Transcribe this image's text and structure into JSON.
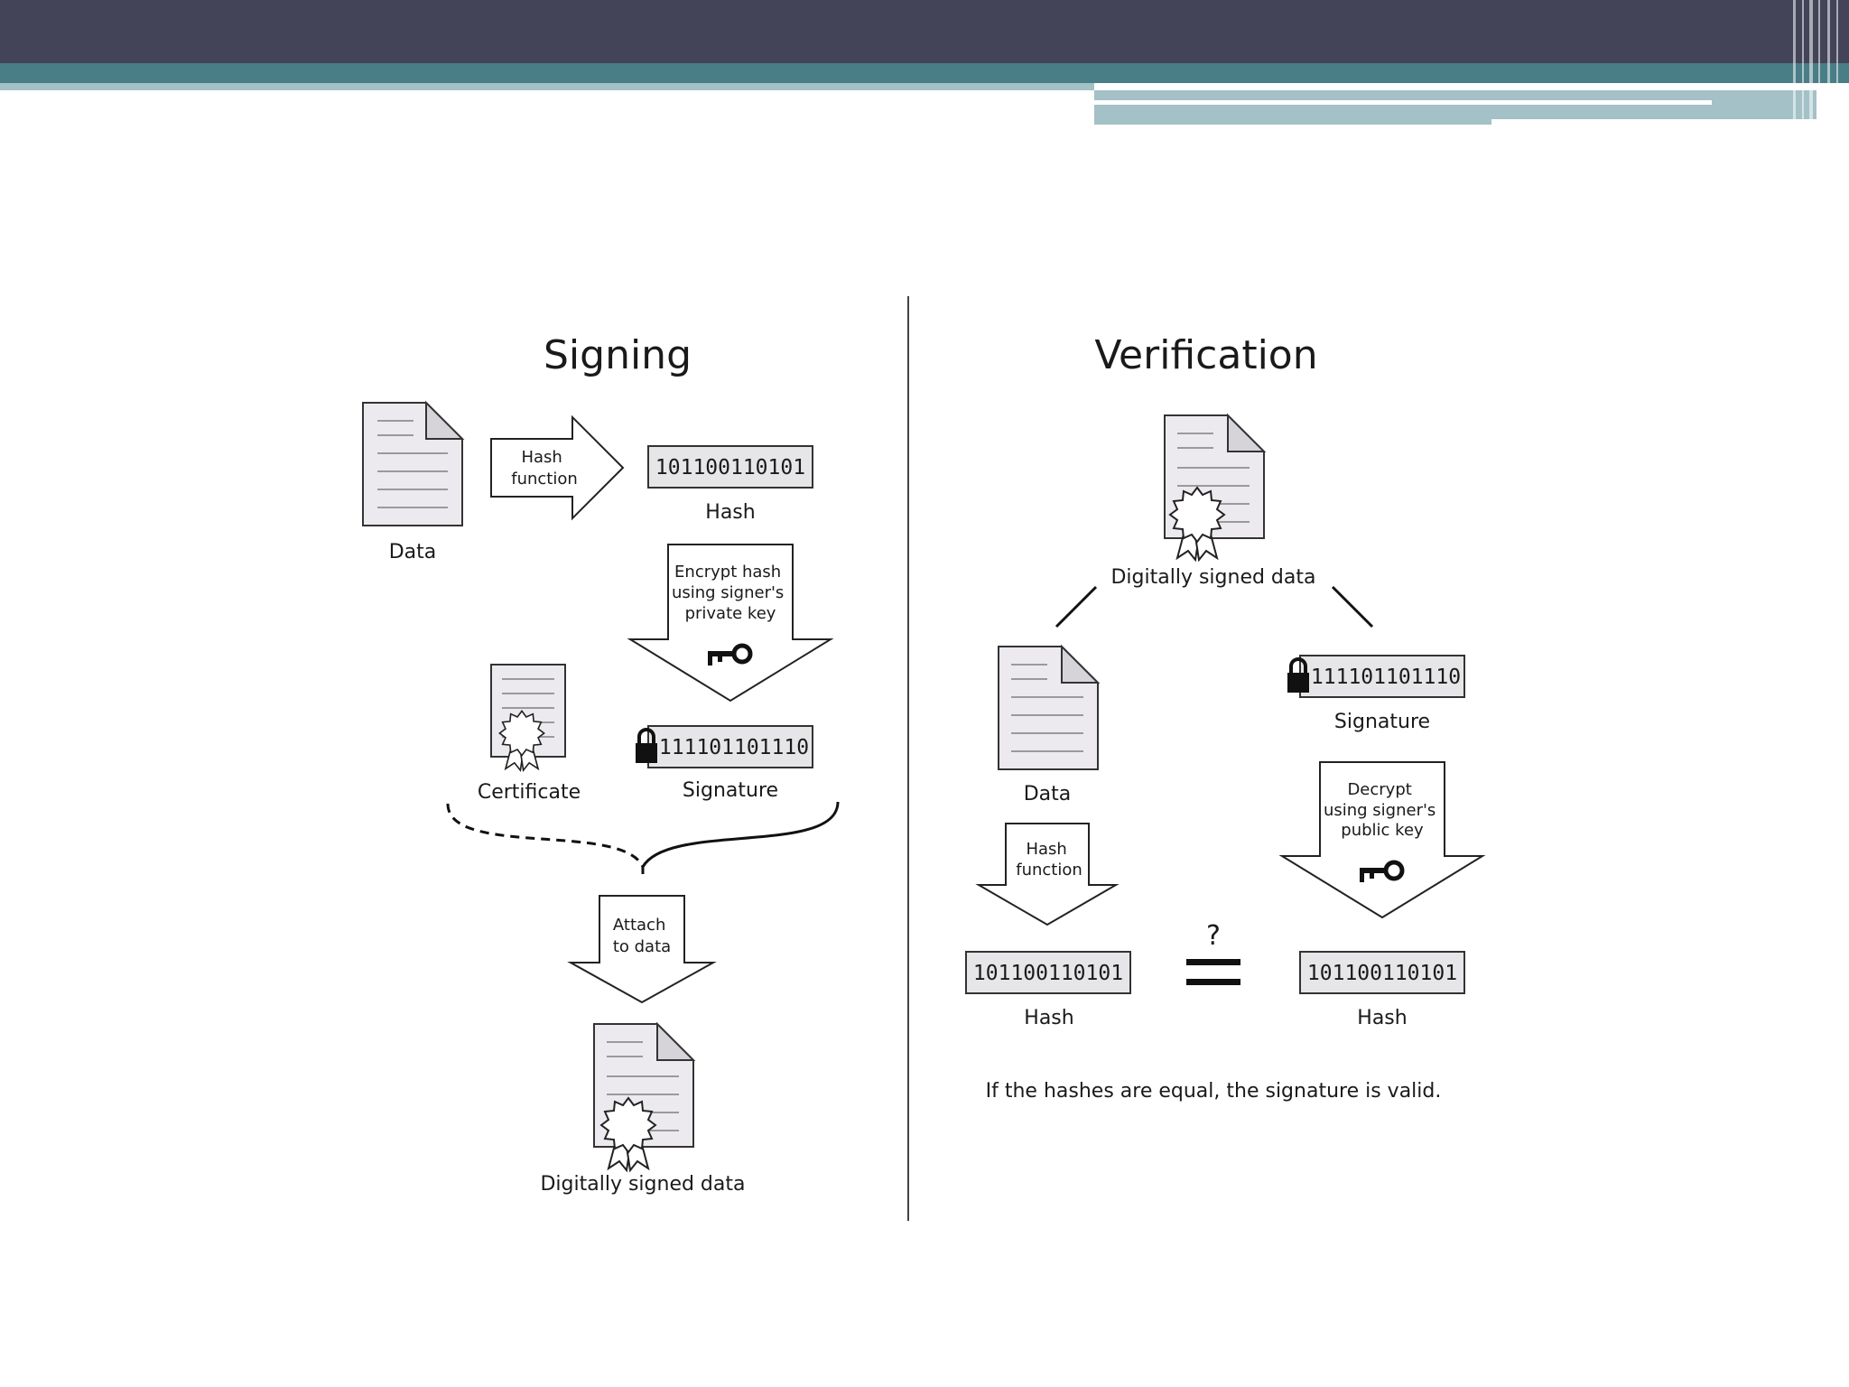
{
  "signing": {
    "title": "Signing",
    "data_label": "Data",
    "hash_function_lines": [
      "Hash",
      "function"
    ],
    "hash_value": "101100110101",
    "hash_label": "Hash",
    "encrypt_lines": [
      "Encrypt hash",
      "using signer's",
      "private key"
    ],
    "signature_value": "111101101110",
    "signature_label": "Signature",
    "certificate_label": "Certificate",
    "attach_lines": [
      "Attach",
      "to data"
    ],
    "result_label": "Digitally signed data"
  },
  "verification": {
    "title": "Verification",
    "signed_data_label": "Digitally signed data",
    "data_label": "Data",
    "signature_value": "111101101110",
    "signature_label": "Signature",
    "hash_function_lines": [
      "Hash",
      "function"
    ],
    "decrypt_lines": [
      "Decrypt",
      "using signer's",
      "public key"
    ],
    "hash_value_left": "101100110101",
    "hash_label_left": "Hash",
    "hash_value_right": "101100110101",
    "hash_label_right": "Hash",
    "compare_symbol": "?",
    "note": "If the hashes are equal, the signature is valid."
  },
  "colors": {
    "header_dark": "#444458",
    "header_teal": "#4a7e86",
    "header_light": "#a3c1c6"
  }
}
